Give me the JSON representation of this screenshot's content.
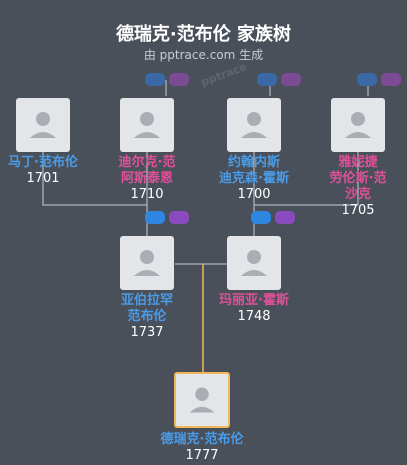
{
  "title": "德瑞克·范布伦 家族树",
  "subtitle": "由 pptrace.com 生成",
  "watermark": "pptrace",
  "colors": {
    "background": "#4a5059",
    "male": "#4a9be8",
    "female": "#e0509a",
    "focus_border": "#f0b85a",
    "line": "#c8ccd2",
    "focus_line": "#f0b85a"
  },
  "people": {
    "p1": {
      "name_line1": "马丁·范布伦",
      "name_line2": "",
      "name_line3": "",
      "year": "1701",
      "gender": "male"
    },
    "p2": {
      "name_line1": "迪尔克·范",
      "name_line2": "阿斯泰恩",
      "name_line3": "",
      "year": "1710",
      "gender": "female"
    },
    "p3": {
      "name_line1": "约翰内斯",
      "name_line2": "迪克森·霍斯",
      "name_line3": "",
      "year": "1700",
      "gender": "male"
    },
    "p4": {
      "name_line1": "雅妮捷",
      "name_line2": "劳伦斯·范",
      "name_line3": "沙克",
      "year": "1705",
      "gender": "female"
    },
    "p5": {
      "name_line1": "亚伯拉罕",
      "name_line2": "范布伦",
      "name_line3": "",
      "year": "1737",
      "gender": "male"
    },
    "p6": {
      "name_line1": "玛丽亚·霍斯",
      "name_line2": "",
      "name_line3": "",
      "year": "1748",
      "gender": "female"
    },
    "p7": {
      "name_line1": "德瑞克·范布伦",
      "name_line2": "",
      "name_line3": "",
      "year": "1777",
      "gender": "male"
    }
  }
}
